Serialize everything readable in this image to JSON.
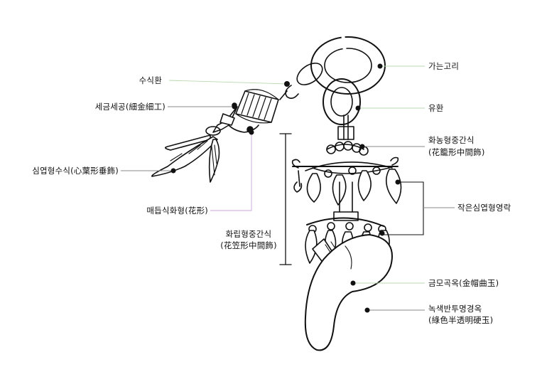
{
  "labels": {
    "susikhwan": "수식환",
    "segeum": "세금세공(細金細工)",
    "simyeop_susik": "심엽형수식(心葉形垂飾)",
    "maedeup": "매듭식화형(花形)",
    "hwarip_line1": "화립형중간식",
    "hwarip_line2": "(花笠形中間飾)",
    "ganeun_gori": "가는고리",
    "yuhwan": "유환",
    "hwanong_line1": "화농형중간식",
    "hwanong_line2": "(花籠形中間飾)",
    "jageun_simyeop": "작은심엽형영락",
    "geummo": "금모곡옥(金帽曲玉)",
    "noksaek_line1": "녹색반투명경옥",
    "noksaek_line2": "(綠色半透明硬玉)"
  },
  "colors": {
    "ink": "#111111",
    "leader_line": "#8a8a8a",
    "leader_tint": "#b8d8b0",
    "leader_purple": "#c7a6d6"
  }
}
